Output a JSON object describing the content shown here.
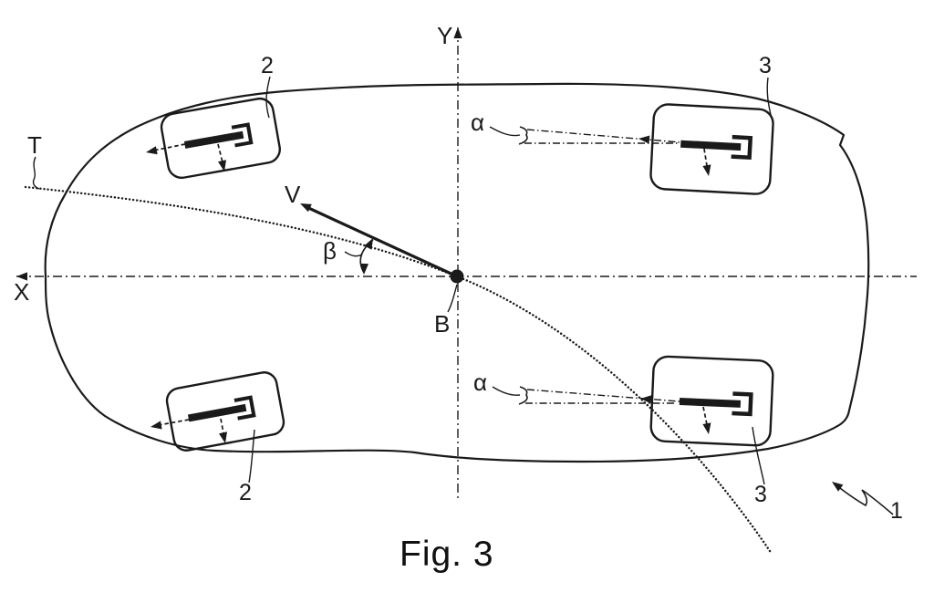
{
  "figure": {
    "caption": "Fig. 3",
    "colors": {
      "ink": "#1a1a1a",
      "paper": "#ffffff"
    },
    "labels": {
      "trajectory": "T",
      "x_axis": "X",
      "y_axis": "Y",
      "velocity_vector": "V",
      "sideslip_angle": "β",
      "reference_point": "B",
      "slip_angle_front": "α",
      "slip_angle_rear": "α",
      "front_left_wheel": "2",
      "rear_left_wheel": "2",
      "front_right_wheel": "3",
      "rear_right_wheel": "3",
      "vehicle": "1"
    }
  }
}
